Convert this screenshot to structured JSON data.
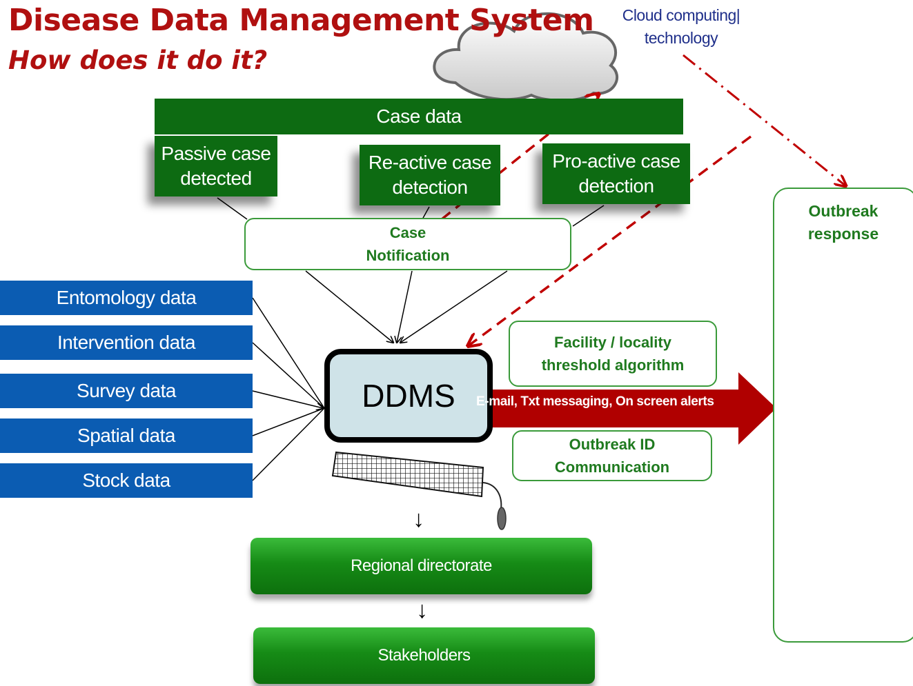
{
  "title": "Disease Data Management System",
  "subtitle": "How does it do it?",
  "cloud_label": "Cloud computing|\ntechnology",
  "case_data": "Case data",
  "detections": [
    {
      "label": "Passive case\ndetected"
    },
    {
      "label": "Re-active case\ndetection"
    },
    {
      "label": "Pro-active case\ndetection"
    }
  ],
  "case_notification": "Case\nNotification",
  "data_sources": [
    {
      "label": "Entomology data"
    },
    {
      "label": "Intervention data"
    },
    {
      "label": "Survey data"
    },
    {
      "label": "Spatial data"
    },
    {
      "label": "Stock data"
    }
  ],
  "ddms": "DDMS",
  "threshold": "Facility / locality\nthreshold algorithm",
  "alerts": "E-mail, Txt messaging, On screen alerts",
  "outbreak_id": "Outbreak ID\nCommunication",
  "regional": "Regional directorate",
  "stakeholders": "Stakeholders",
  "outbreak_response": "Outbreak\nresponse",
  "colors": {
    "title": "#b01010",
    "green": "#0d6b12",
    "blue": "#0b5cb2",
    "arrow_red": "#b00000"
  }
}
